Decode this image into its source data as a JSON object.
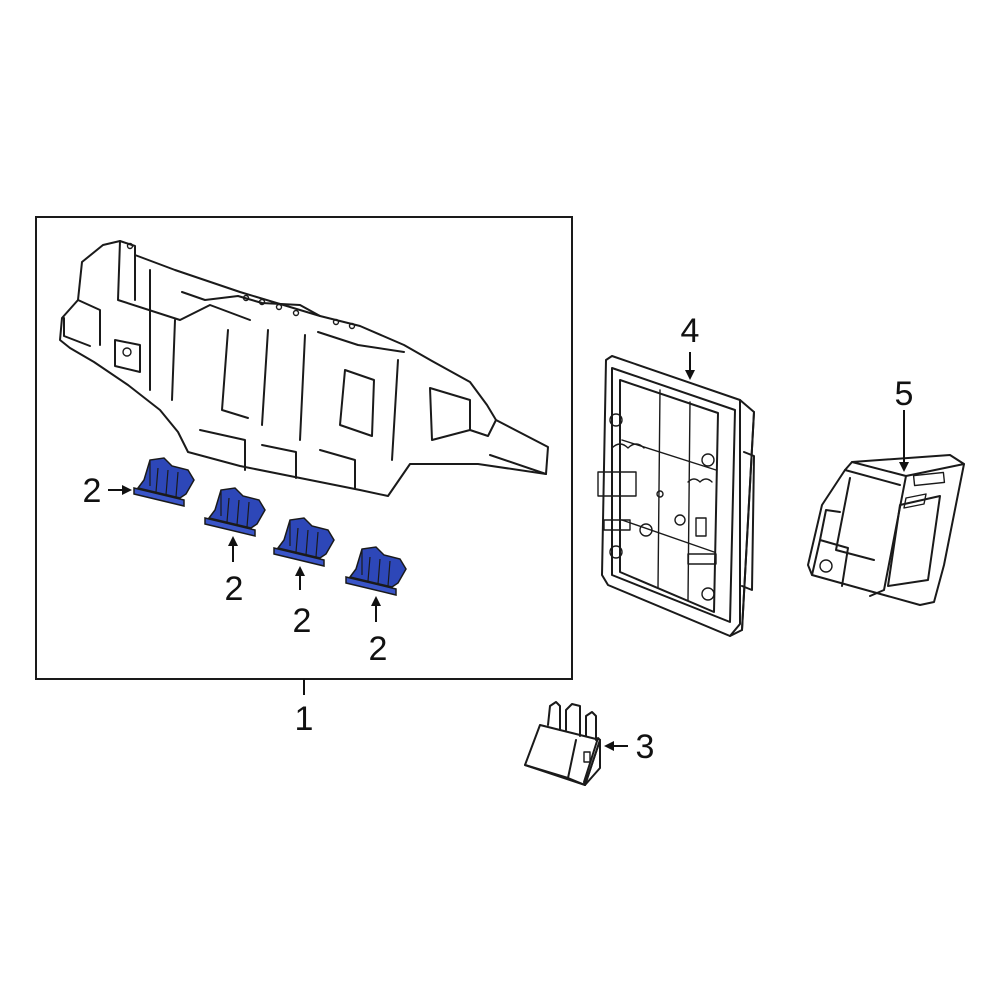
{
  "diagram": {
    "callouts": [
      {
        "id": "1",
        "label": "1"
      },
      {
        "id": "2a",
        "label": "2"
      },
      {
        "id": "2b",
        "label": "2"
      },
      {
        "id": "2c",
        "label": "2"
      },
      {
        "id": "2d",
        "label": "2"
      },
      {
        "id": "3",
        "label": "3"
      },
      {
        "id": "4",
        "label": "4"
      },
      {
        "id": "5",
        "label": "5"
      }
    ],
    "colors": {
      "highlight_part": "#3a55c8",
      "highlight_shadow": "#233a9e",
      "line": "#1a1a1a",
      "background": "#ffffff"
    },
    "parts": [
      {
        "callout": "1",
        "name": "fuse-relay-box-assembly"
      },
      {
        "callout": "2",
        "name": "relay",
        "highlighted": true,
        "count": 4
      },
      {
        "callout": "3",
        "name": "relay"
      },
      {
        "callout": "4",
        "name": "control-module"
      },
      {
        "callout": "5",
        "name": "module"
      }
    ]
  }
}
